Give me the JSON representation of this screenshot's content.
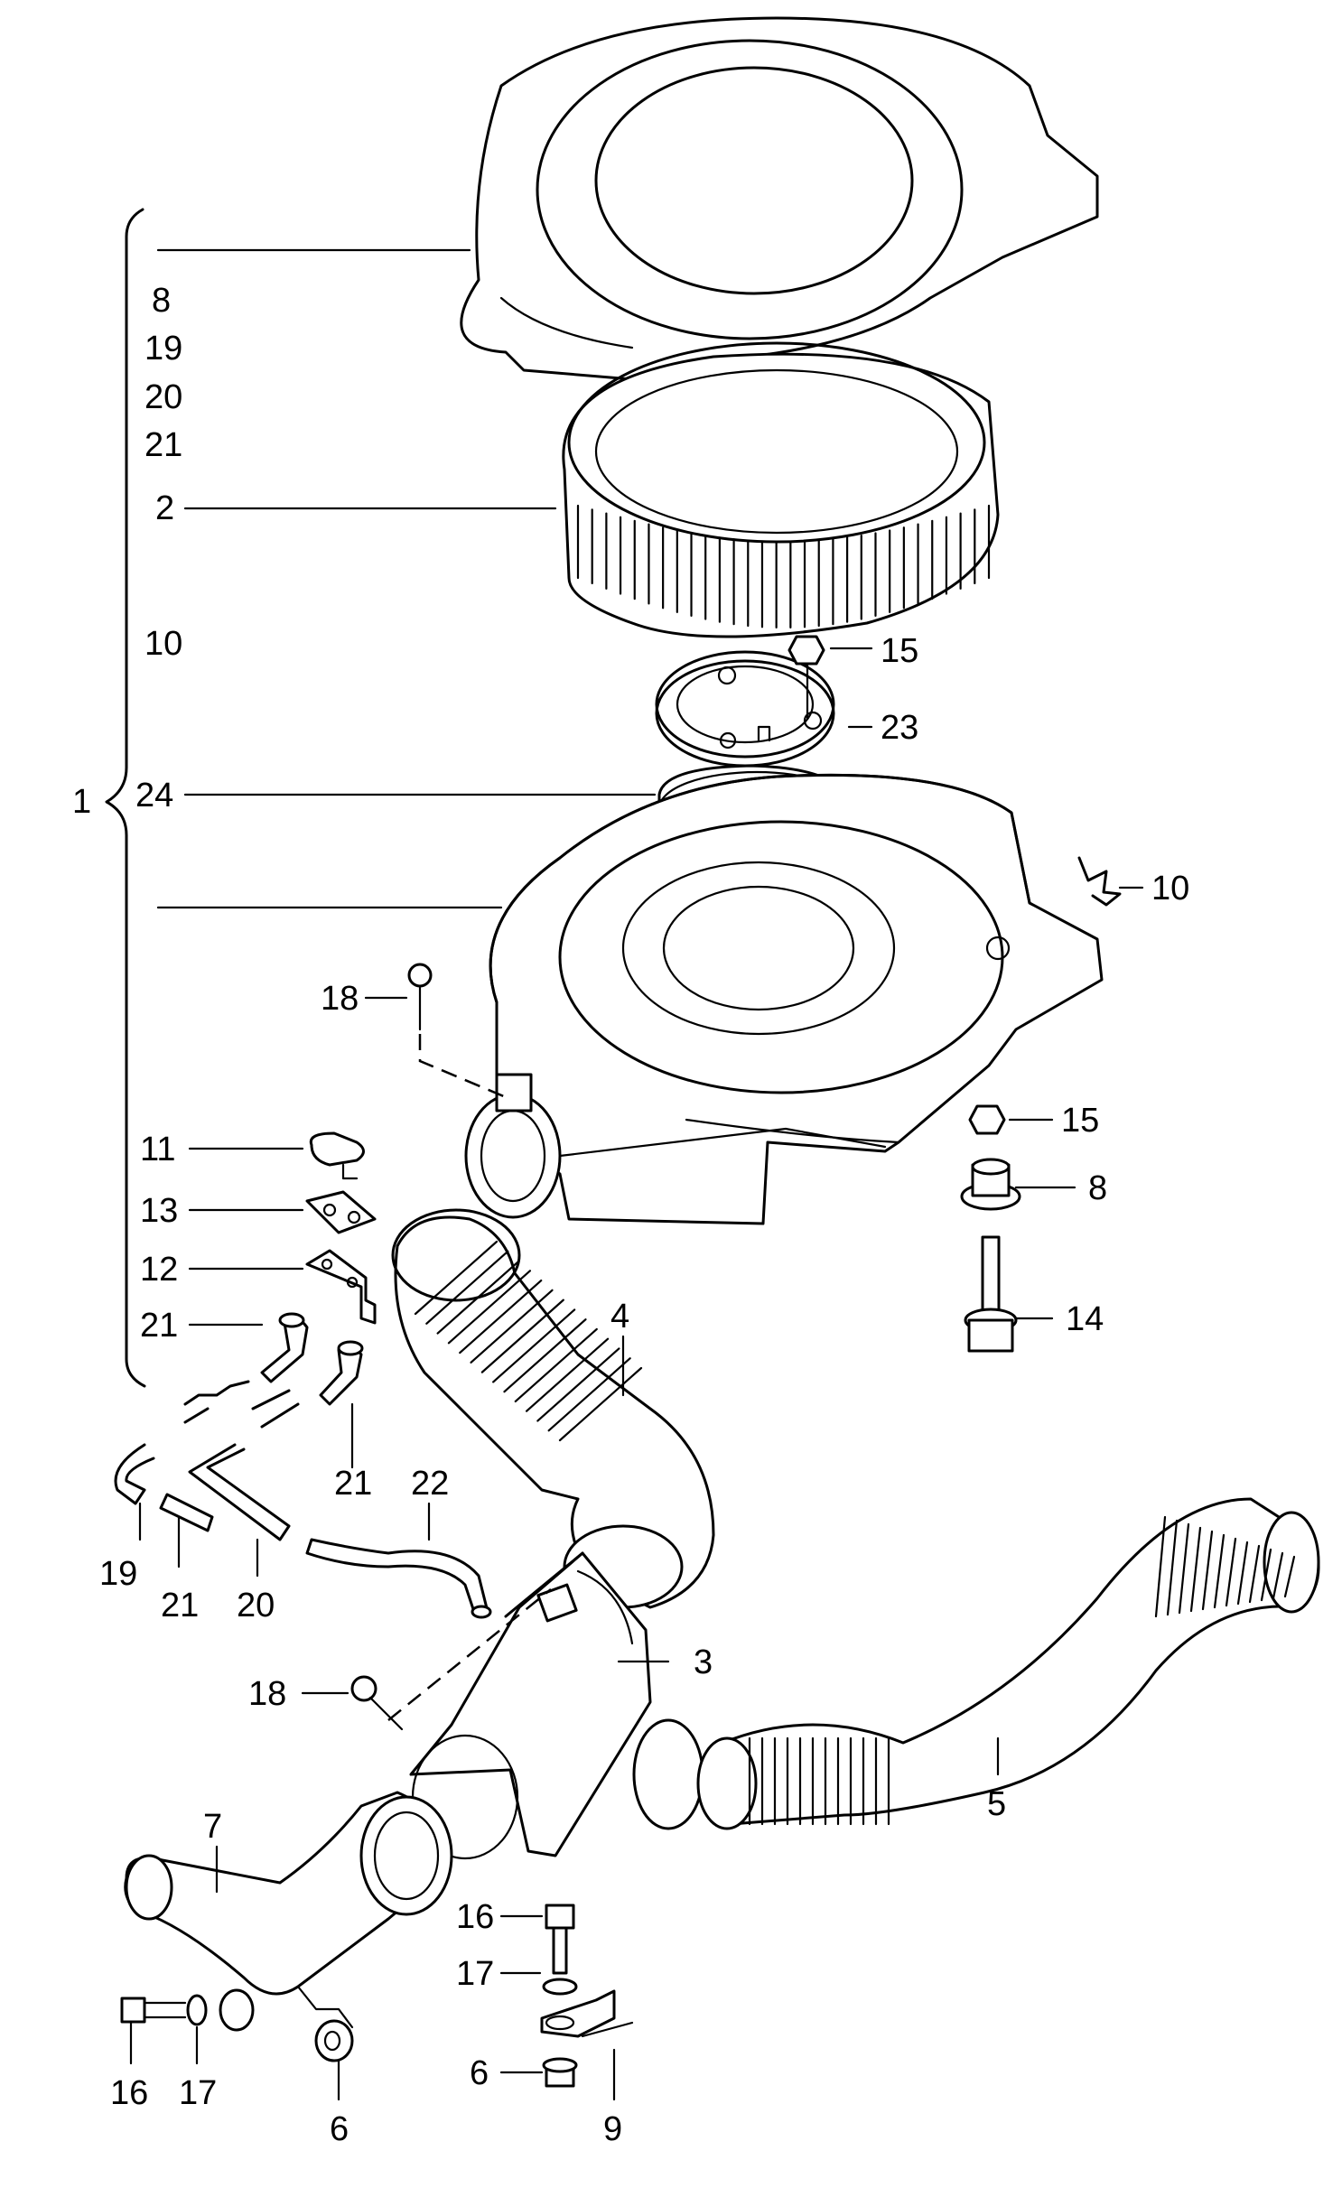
{
  "callouts": {
    "c1": "1",
    "c8a": "8",
    "c19a": "19",
    "c20a": "20",
    "c21a": "21",
    "c2": "2",
    "c10a": "10",
    "c24": "24",
    "c15a": "15",
    "c23": "23",
    "c10b": "10",
    "c15b": "15",
    "c8b": "8",
    "c14": "14",
    "c18a": "18",
    "c11": "11",
    "c13": "13",
    "c12": "12",
    "c21b": "21",
    "c4": "4",
    "c21c": "21",
    "c22": "22",
    "c19b": "19",
    "c21d": "21",
    "c20b": "20",
    "c3": "3",
    "c18b": "18",
    "c5": "5",
    "c7": "7",
    "c16a": "16",
    "c17a": "17",
    "c6a": "6",
    "c16b": "16",
    "c17b": "17",
    "c6b": "6",
    "c9": "9"
  }
}
